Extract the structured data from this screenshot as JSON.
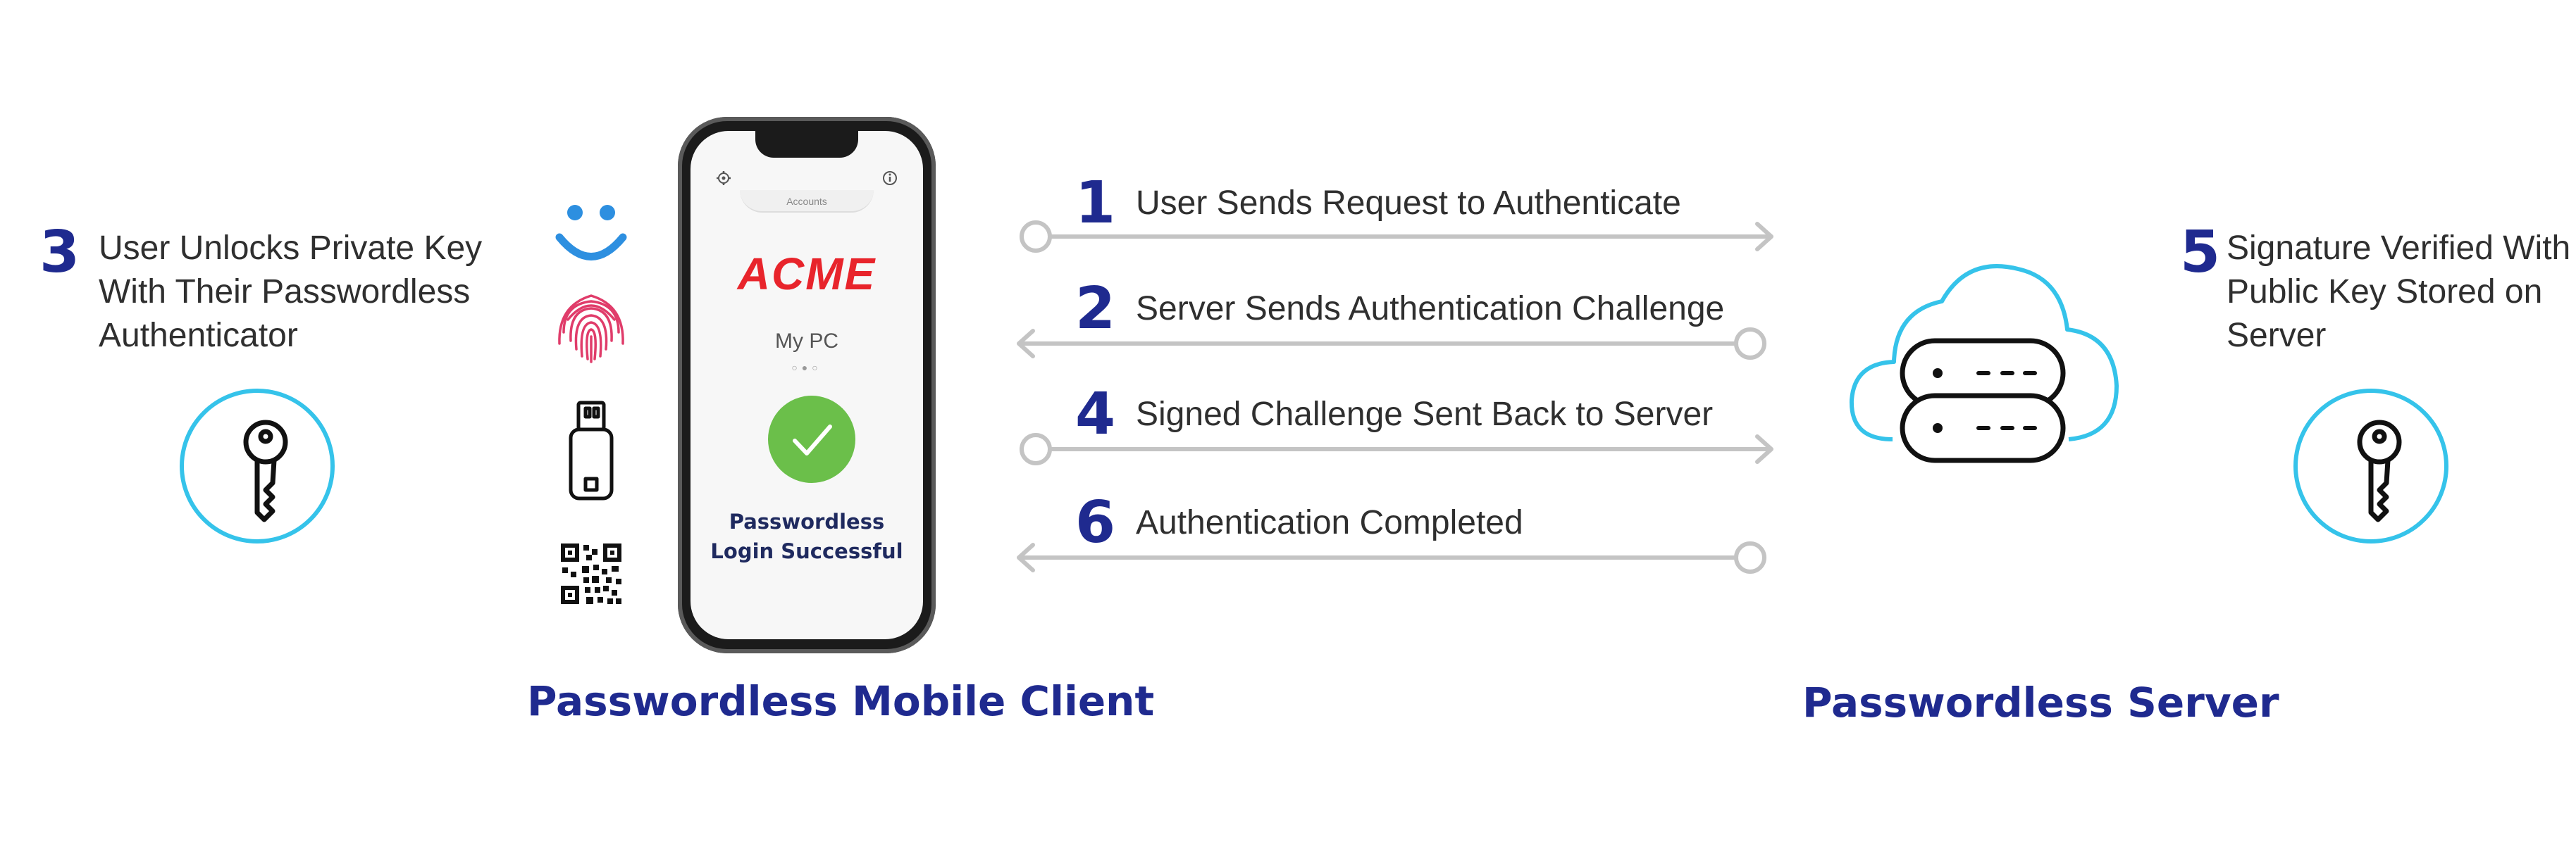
{
  "colors": {
    "accent_navy": "#1f2a8f",
    "circle_blue": "#35c3ea",
    "arrow_gray": "#c4c4c4",
    "acme_red": "#e8242b",
    "success_green": "#6bbf4a"
  },
  "left_step": {
    "number": "3",
    "text_lines": [
      "User Unlocks Private Key",
      "With Their Passwordless",
      "Authenticator"
    ],
    "icon": "key-icon"
  },
  "right_step": {
    "number": "5",
    "text_lines": [
      "Signature Verified With",
      "Public Key Stored on",
      "Server"
    ],
    "icon": "key-icon"
  },
  "authenticator_icons": [
    "smiley-face-icon",
    "fingerprint-icon",
    "usb-key-icon",
    "qr-code-icon"
  ],
  "phone": {
    "tab_label": "Accounts",
    "brand": "ACME",
    "device": "My PC",
    "success_line1": "Passwordless",
    "success_line2": "Login Successful",
    "top_icons": [
      "gear-icon",
      "info-icon"
    ]
  },
  "flow_steps": [
    {
      "number": "1",
      "text": "User Sends Request to Authenticate",
      "direction": "right"
    },
    {
      "number": "2",
      "text": "Server Sends Authentication Challenge",
      "direction": "left"
    },
    {
      "number": "4",
      "text": "Signed Challenge Sent Back to Server",
      "direction": "right"
    },
    {
      "number": "6",
      "text": "Authentication Completed",
      "direction": "left"
    }
  ],
  "captions": {
    "client": "Passwordless Mobile Client",
    "server": "Passwordless Server"
  },
  "server_icon": "cloud-server-icon"
}
